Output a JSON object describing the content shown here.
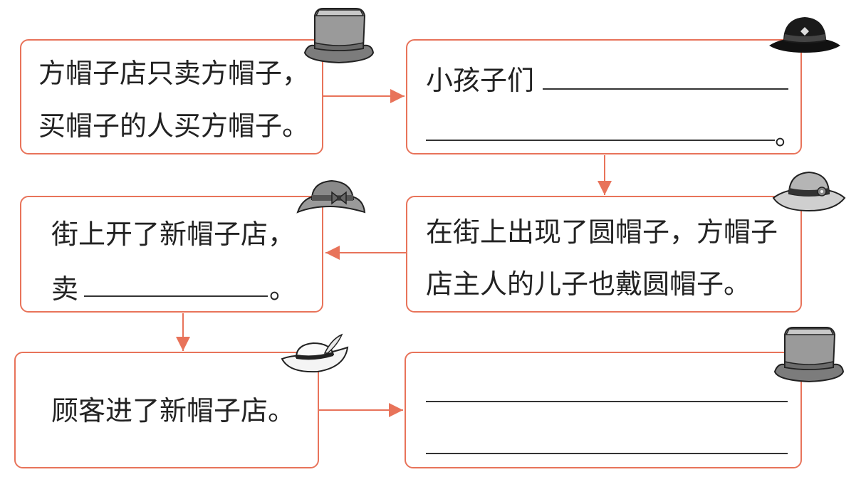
{
  "boxes": {
    "b1": {
      "line1": "方帽子店只卖方帽子，",
      "line2": "买帽子的人买方帽子。"
    },
    "b2": {
      "line1": "小孩子们",
      "period": "。"
    },
    "b3": {
      "line1": "在街上出现了圆帽子，方帽子",
      "line2": "店主人的儿子也戴圆帽子。"
    },
    "b4": {
      "line1": "街上开了新帽子店，",
      "line2": "卖",
      "period": "。"
    },
    "b5": {
      "line1": "顾客进了新帽子店。"
    },
    "b6": {}
  },
  "colors": {
    "border": "#e8735a",
    "arrow": "#e8735a"
  },
  "hats": [
    "gray-box-hat-icon",
    "black-fedora-icon",
    "gray-flower-hat-icon",
    "gray-bow-hat-icon",
    "white-feather-hat-icon",
    "gray-box-hat-icon"
  ]
}
